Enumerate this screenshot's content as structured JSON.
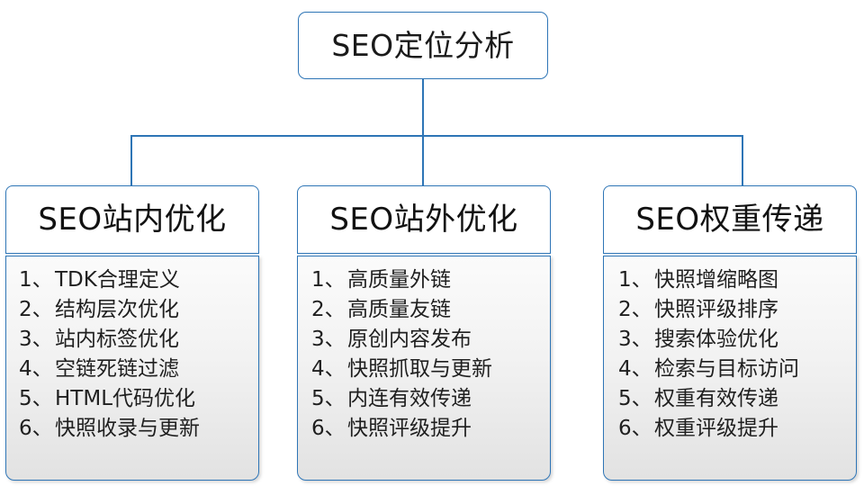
{
  "diagram": {
    "type": "organization-tree",
    "accent_color": "#2e75b6",
    "text_color": "#1a1a1a",
    "body_fill_top": "#fbfbfb",
    "body_fill_bottom": "#e2e2e2",
    "root": {
      "title": "SEO定位分析"
    },
    "branches": [
      {
        "title": "SEO站内优化",
        "items": [
          {
            "index": "1、",
            "label": "TDK合理定义"
          },
          {
            "index": "2、",
            "label": "结构层次优化"
          },
          {
            "index": "3、",
            "label": "站内标签优化"
          },
          {
            "index": "4、",
            "label": "空链死链过滤"
          },
          {
            "index": "5、",
            "label": "HTML代码优化"
          },
          {
            "index": "6、",
            "label": "快照收录与更新"
          }
        ]
      },
      {
        "title": "SEO站外优化",
        "items": [
          {
            "index": "1、",
            "label": "高质量外链"
          },
          {
            "index": "2、",
            "label": "高质量友链"
          },
          {
            "index": "3、",
            "label": "原创内容发布"
          },
          {
            "index": "4、",
            "label": "快照抓取与更新"
          },
          {
            "index": "5、",
            "label": "内连有效传递"
          },
          {
            "index": "6、",
            "label": "快照评级提升"
          }
        ]
      },
      {
        "title": "SEO权重传递",
        "items": [
          {
            "index": "1、",
            "label": "快照增缩略图"
          },
          {
            "index": "2、",
            "label": "快照评级排序"
          },
          {
            "index": "3、",
            "label": "搜索体验优化"
          },
          {
            "index": "4、",
            "label": "检索与目标访问"
          },
          {
            "index": "5、",
            "label": "权重有效传递"
          },
          {
            "index": "6、",
            "label": "权重评级提升"
          }
        ]
      }
    ]
  }
}
